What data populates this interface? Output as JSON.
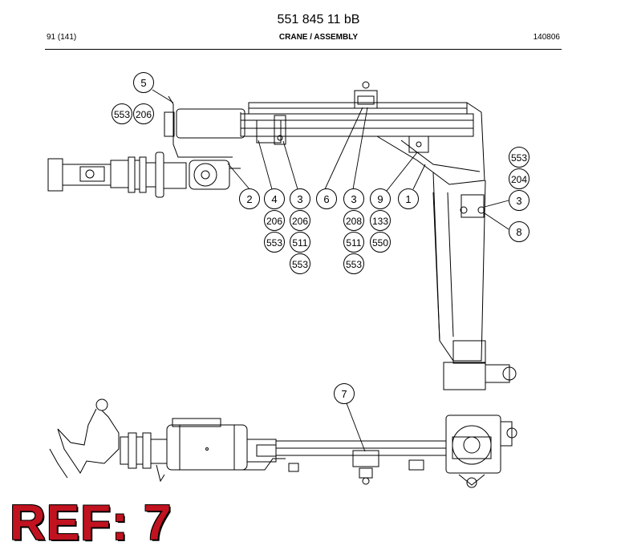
{
  "header": {
    "doc_number": "551 845 11 bB",
    "page": "91 (141)",
    "title": "CRANE / ASSEMBLY",
    "date_code": "140806"
  },
  "callouts": [
    {
      "id": "c5",
      "label": "5"
    },
    {
      "id": "c553a",
      "label": "553"
    },
    {
      "id": "c206a",
      "label": "206"
    },
    {
      "id": "c2",
      "label": "2"
    },
    {
      "id": "c4",
      "label": "4"
    },
    {
      "id": "c206b",
      "label": "206"
    },
    {
      "id": "c553b",
      "label": "553"
    },
    {
      "id": "c3a",
      "label": "3"
    },
    {
      "id": "c206c",
      "label": "206"
    },
    {
      "id": "c511a",
      "label": "511"
    },
    {
      "id": "c553c",
      "label": "553"
    },
    {
      "id": "c6",
      "label": "6"
    },
    {
      "id": "c3b",
      "label": "3"
    },
    {
      "id": "c208",
      "label": "208"
    },
    {
      "id": "c511b",
      "label": "511"
    },
    {
      "id": "c553d",
      "label": "553"
    },
    {
      "id": "c9",
      "label": "9"
    },
    {
      "id": "c133",
      "label": "133"
    },
    {
      "id": "c550",
      "label": "550"
    },
    {
      "id": "c1",
      "label": "1"
    },
    {
      "id": "c553e",
      "label": "553"
    },
    {
      "id": "c204",
      "label": "204"
    },
    {
      "id": "c3c",
      "label": "3"
    },
    {
      "id": "c8",
      "label": "8"
    },
    {
      "id": "c7",
      "label": "7"
    }
  ],
  "stamp": {
    "text": "REF: 7",
    "color": "#c1121f"
  }
}
